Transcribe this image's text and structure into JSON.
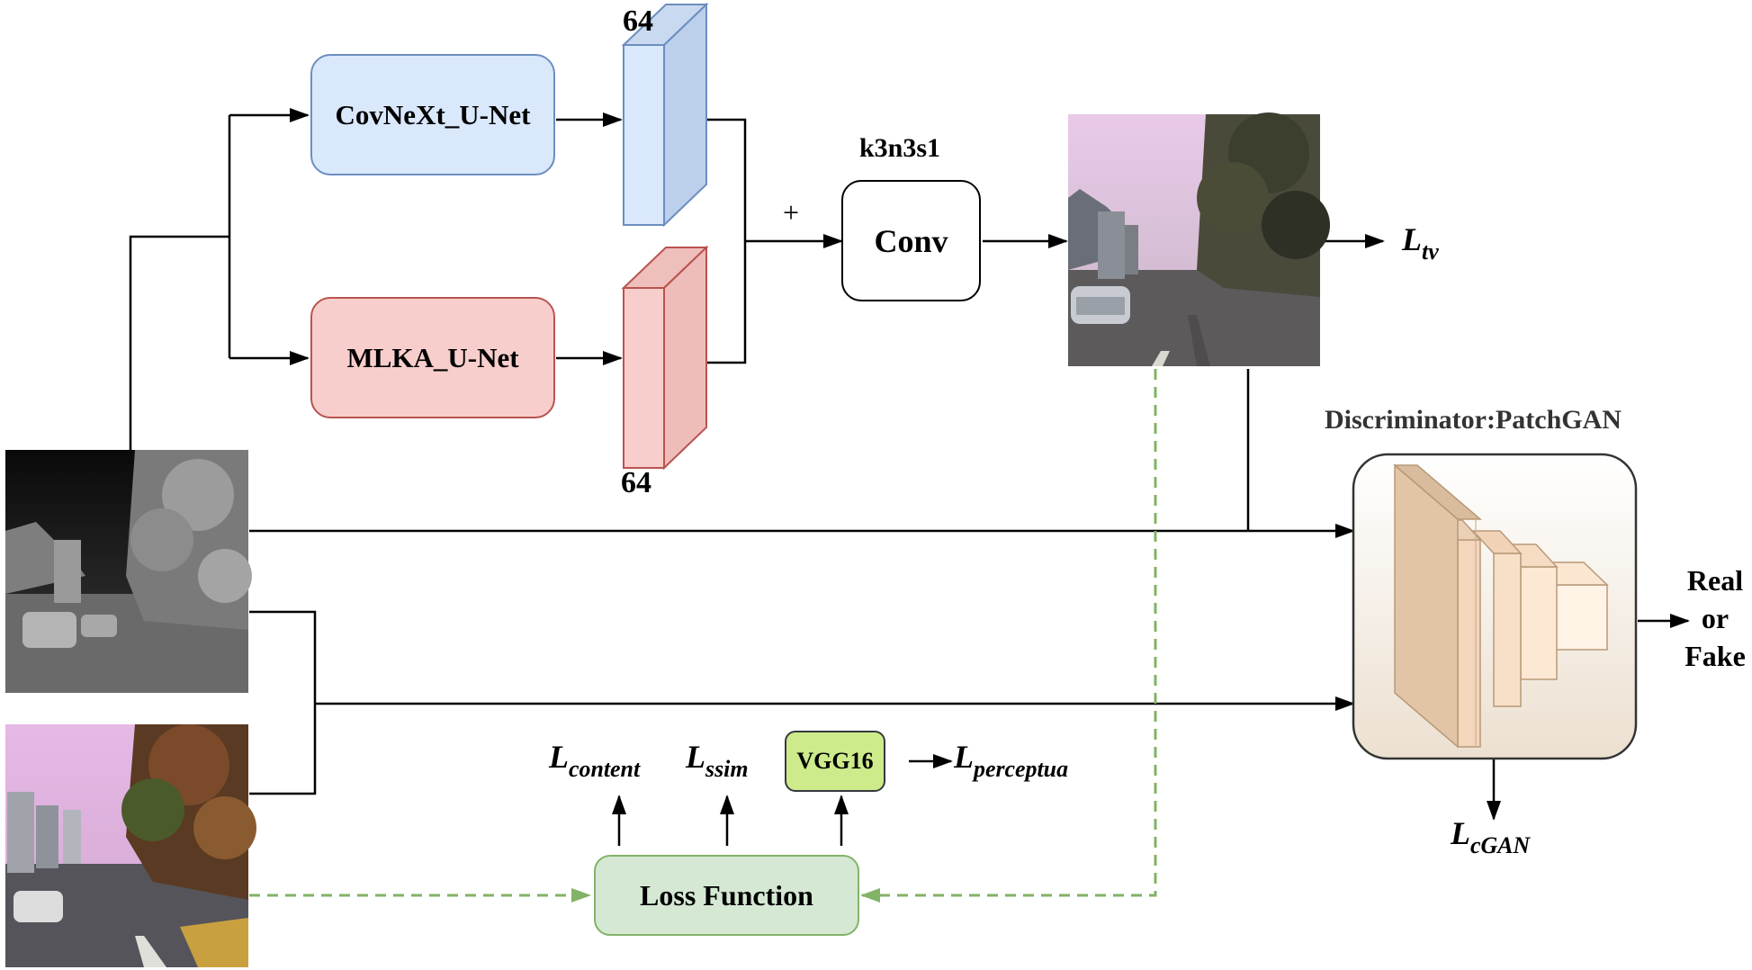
{
  "blocks": {
    "convnext": "CovNeXt_U-Net",
    "mlka": "MLKA_U-Net",
    "conv": "Conv",
    "conv_params": "k3n3s1",
    "feature_top": "64",
    "feature_bottom": "64",
    "sum_symbol": "+",
    "discriminator": "Discriminator:PatchGAN",
    "loss_function": "Loss Function",
    "vgg": "VGG16",
    "output": [
      "Real",
      "or",
      "Fake"
    ]
  },
  "losses": {
    "tv": {
      "main": "L",
      "sub": "tv"
    },
    "content": {
      "main": "L",
      "sub": "content"
    },
    "ssim": {
      "main": "L",
      "sub": "ssim"
    },
    "perceptual": {
      "main": "L",
      "sub": "perceptua"
    },
    "cgan": {
      "main": "L",
      "sub": "cGAN"
    }
  },
  "colors": {
    "blue_fill": "#dae8fc",
    "blue_stroke": "#6c8ebf",
    "red_fill": "#f8cecc",
    "red_stroke": "#b85450",
    "green_fill": "#d5e8d4",
    "green_stroke": "#82b366",
    "vgg_fill": "#cdeb8b",
    "dashed": "#82b366"
  }
}
